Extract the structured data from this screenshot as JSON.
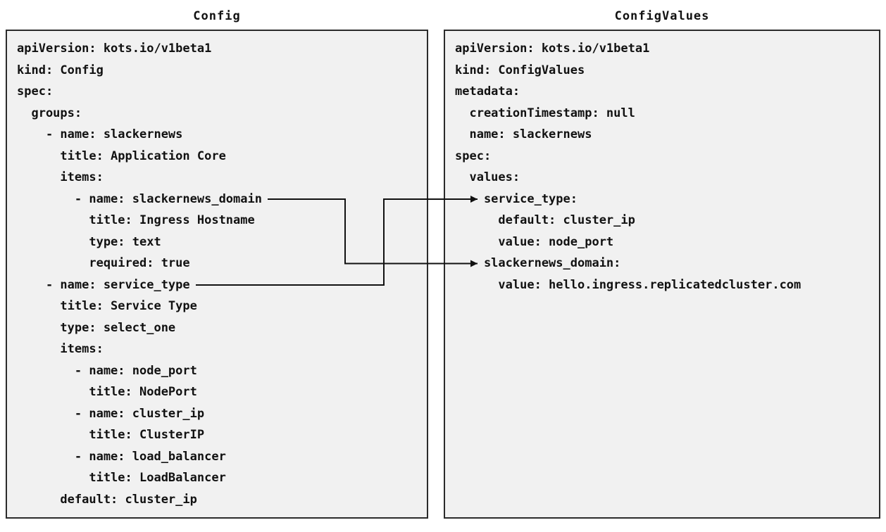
{
  "left_panel": {
    "title": "Config",
    "lines": [
      "apiVersion: kots.io/v1beta1",
      "kind: Config",
      "spec:",
      "  groups:",
      "    - name: slackernews",
      "      title: Application Core",
      "      items:",
      "        - name: slackernews_domain",
      "          title: Ingress Hostname",
      "          type: text",
      "          required: true",
      "    - name: service_type",
      "      title: Service Type",
      "      type: select_one",
      "      items:",
      "        - name: node_port",
      "          title: NodePort",
      "        - name: cluster_ip",
      "          title: ClusterIP",
      "        - name: load_balancer",
      "          title: LoadBalancer",
      "      default: cluster_ip"
    ]
  },
  "right_panel": {
    "title": "ConfigValues",
    "lines": [
      "apiVersion: kots.io/v1beta1",
      "kind: ConfigValues",
      "metadata:",
      "  creationTimestamp: null",
      "  name: slackernews",
      "spec:",
      "  values:",
      "    service_type:",
      "      default: cluster_ip",
      "      value: node_port",
      "    slackernews_domain:",
      "      value: hello.ingress.replicatedcluster.com"
    ]
  },
  "connections": [
    {
      "from_panel": "Config",
      "from_field": "slackernews_domain",
      "to_panel": "ConfigValues",
      "to_field": "slackernews_domain"
    },
    {
      "from_panel": "Config",
      "from_field": "service_type",
      "to_panel": "ConfigValues",
      "to_field": "service_type"
    }
  ],
  "colors": {
    "page_background": "#ffffff",
    "panel_background": "#f1f1f1",
    "panel_border": "#2b2b2b",
    "text": "#111111",
    "connector": "#111111"
  }
}
